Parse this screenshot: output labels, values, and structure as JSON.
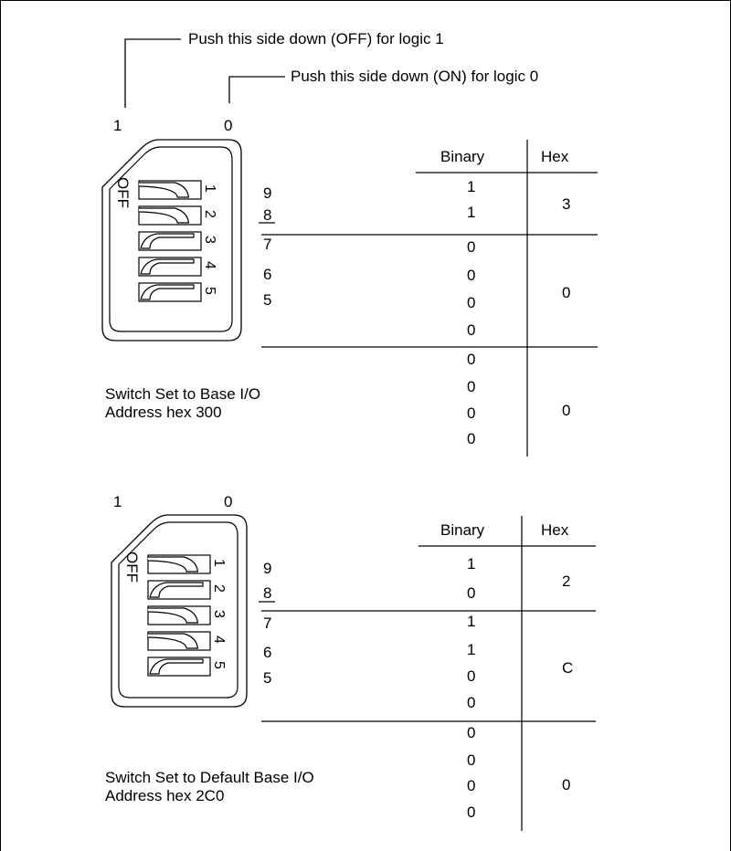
{
  "legend": {
    "off_text": "Push this side down (OFF) for logic 1",
    "on_text": "Push this side down (ON) for logic 0"
  },
  "diagrams": [
    {
      "side_labels": [
        "1",
        "0"
      ],
      "switch_off_label": "OFF",
      "switch_numbers": [
        "1",
        "2",
        "3",
        "4",
        "5"
      ],
      "switch_states": [
        "off",
        "off",
        "on",
        "on",
        "on"
      ],
      "bit_labels": [
        "9",
        "8",
        "7",
        "6",
        "5"
      ],
      "headers": {
        "binary": "Binary",
        "hex": "Hex"
      },
      "binary": [
        "1",
        "1",
        "0",
        "0",
        "0",
        "0",
        "0",
        "0",
        "0",
        "0"
      ],
      "hex": [
        "3",
        "0",
        "0"
      ],
      "caption": [
        "Switch Set to Base I/O",
        "Address hex 300"
      ]
    },
    {
      "side_labels": [
        "1",
        "0"
      ],
      "switch_off_label": "OFF",
      "switch_numbers": [
        "1",
        "2",
        "3",
        "4",
        "5"
      ],
      "switch_states": [
        "off",
        "on",
        "off",
        "off",
        "on"
      ],
      "bit_labels": [
        "9",
        "8",
        "7",
        "6",
        "5"
      ],
      "headers": {
        "binary": "Binary",
        "hex": "Hex"
      },
      "binary": [
        "1",
        "0",
        "1",
        "1",
        "0",
        "0",
        "0",
        "0",
        "0",
        "0"
      ],
      "hex": [
        "2",
        "C",
        "0"
      ],
      "caption": [
        "Switch Set to Default Base I/O",
        "Address hex 2C0"
      ]
    }
  ]
}
